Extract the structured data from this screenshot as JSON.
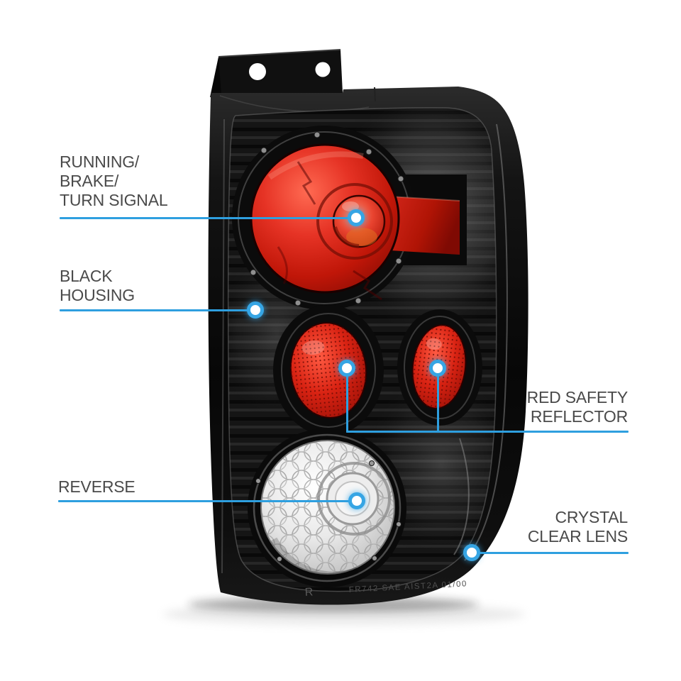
{
  "page": {
    "background": "#FFFFFF"
  },
  "annotations": {
    "running_brake_turn_signal": "RUNNING/\nBRAKE/\nTURN SIGNAL",
    "black_housing": "BLACK\nHOUSING",
    "red_safety_reflector": "RED SAFETY\nREFLECTOR",
    "reverse": "REVERSE",
    "crystal_clear_lens": "CRYSTAL\nCLEAR LENS"
  },
  "product_markings": {
    "side_marking": "R",
    "certification_code": "FR742 SAE AIST2A 01/00"
  },
  "colors": {
    "callout_blue": "#2E9FDF",
    "label_text": "#4A4A4A",
    "lens_red": "#D2261A",
    "reflector_red": "#C41708",
    "housing_black": "#0B0B0B",
    "clear_lens_gray": "#E8E8E8",
    "background": "#FFFFFF"
  }
}
